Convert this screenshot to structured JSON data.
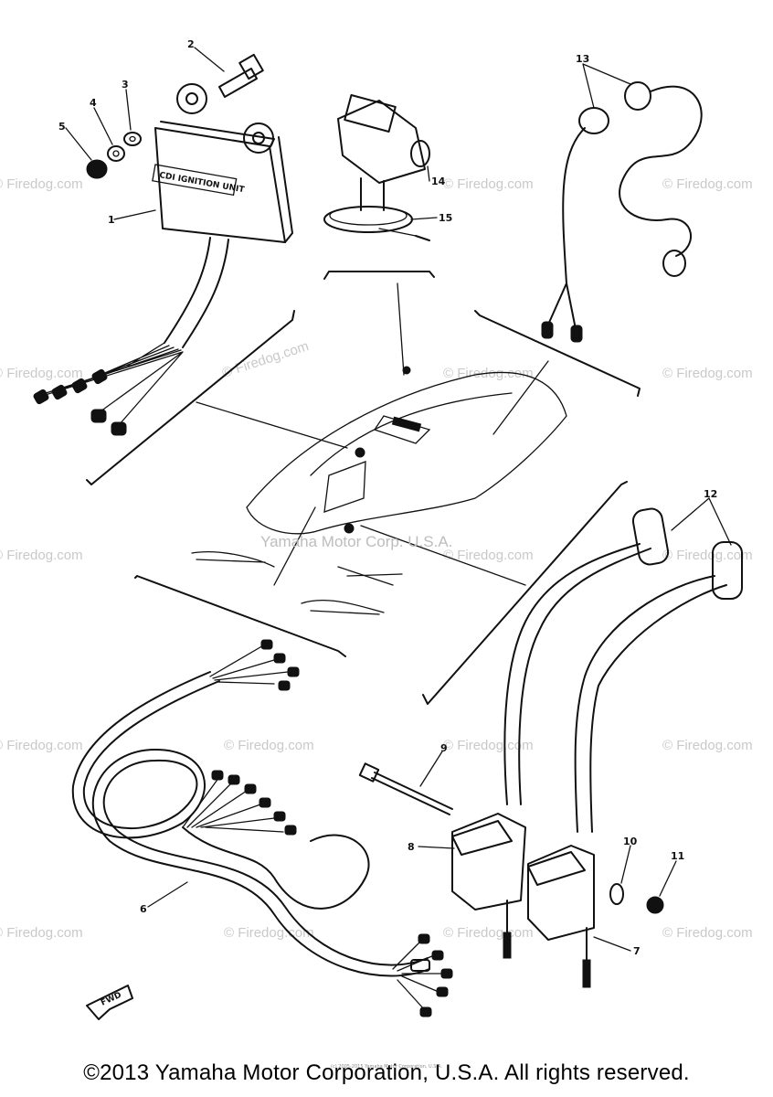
{
  "callouts": [
    "1",
    "2",
    "3",
    "4",
    "5",
    "6",
    "7",
    "8",
    "9",
    "10",
    "11",
    "12",
    "13",
    "14",
    "15"
  ],
  "ignition_unit_label": "CDI IGNITION UNIT",
  "fwd_label": "FWD",
  "watermark_text": "© Firedog.com",
  "center_stamp": "Yamaha Motor Corp. U.S.A.",
  "tiny_notice": "(c) 2005-2015 Yamaha Motor Corporation, U.S.A.",
  "copyright": "©2013 Yamaha Motor Corporation, U.S.A. All rights reserved.",
  "colors": {
    "ink": "#111111",
    "watermark": "#c9c9c9",
    "background": "#ffffff"
  }
}
